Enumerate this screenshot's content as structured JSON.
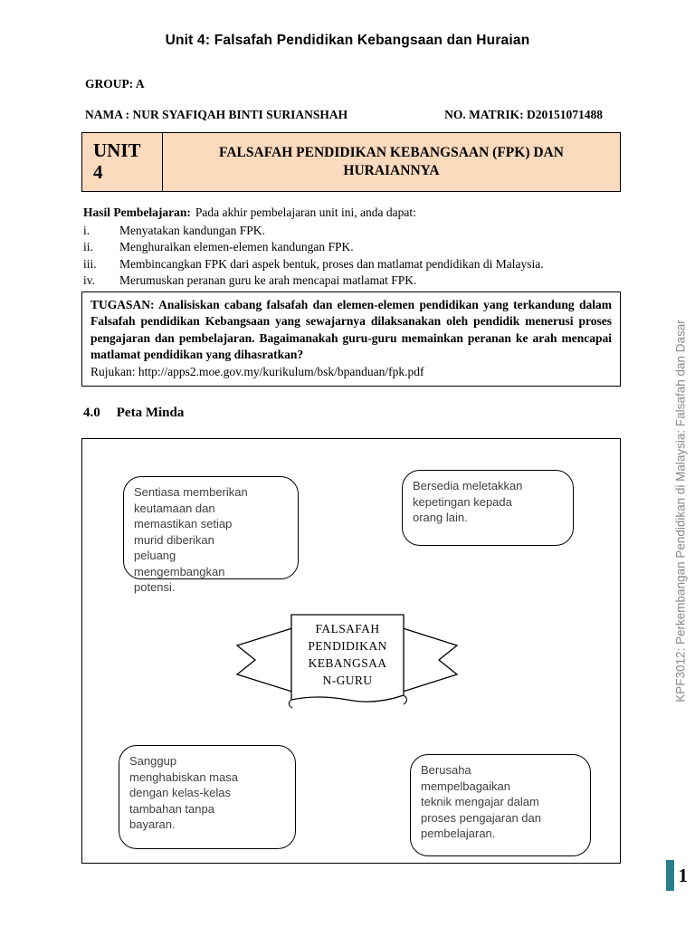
{
  "title": "Unit 4: Falsafah Pendidikan Kebangsaan dan Huraian",
  "header": {
    "group": "GROUP: A",
    "nama": "NAMA : NUR SYAFIQAH BINTI SURIANSHAH",
    "matrik": "NO. MATRIK: D20151071488"
  },
  "unit_banner": {
    "unit_word": "UNIT",
    "unit_number": "4",
    "title": "FALSAFAH PENDIDIKAN KEBANGSAAN (FPK) DAN HURAIANNYA"
  },
  "hasil": {
    "label": "Hasil Pembelajaran:",
    "text": "Pada akhir pembelajaran unit ini, anda dapat:"
  },
  "objectives": [
    {
      "num": "i.",
      "text": "Menyatakan kandungan FPK."
    },
    {
      "num": "ii.",
      "text": "Menghuraikan elemen-elemen kandungan FPK."
    },
    {
      "num": "iii.",
      "text": "Membincangkan FPK dari aspek bentuk, proses dan matlamat pendidikan di Malaysia."
    },
    {
      "num": "iv.",
      "text": "Merumuskan peranan guru ke arah mencapai matlamat FPK."
    }
  ],
  "tugasan": {
    "text": "TUGASAN: Analisiskan cabang falsafah dan elemen-elemen pendidikan yang terkandung dalam Falsafah pendidikan Kebangsaan yang sewajarnya dilaksanakan oleh pendidik menerusi proses pengajaran dan pembelajaran. Bagaimanakah guru-guru memainkan peranan ke arah mencapai matlamat pendidikan yang dihasratkan?",
    "rujukan": "Rujukan: http://apps2.moe.gov.my/kurikulum/bsk/bpanduan/fpk.pdf"
  },
  "section": {
    "number": "4.0",
    "title": "Peta Minda"
  },
  "mindmap": {
    "top_left": "Sentiasa memberikan\nkeutamaan dan\nmemastikan setiap\nmurid diberikan\npeluang\nmengembangkan\npotensi.",
    "top_right": "Bersedia meletakkan\nkepetingan kepada\norang lain.",
    "center": "FALSAFAH\nPENDIDIKAN\nKEBANGSAA\nN-GURU",
    "bottom_left": "Sanggup\nmenghabiskan masa\ndengan kelas-kelas\ntambahan tanpa\nbayaran.",
    "bottom_right": "Berusaha\nmempelbagaikan\nteknik mengajar dalam\nproses pengajaran dan\npembelajaran."
  },
  "sidebar_text": "KPF3012: Perkembangan Pendidikan di Malaysia: Falsafah dan Dasar",
  "footer": {
    "page_number": "1"
  },
  "colors": {
    "banner_bg": "#fbdabe",
    "accent_teal": "#2a7d8c",
    "sidebar_gray": "#8a8a8a"
  }
}
